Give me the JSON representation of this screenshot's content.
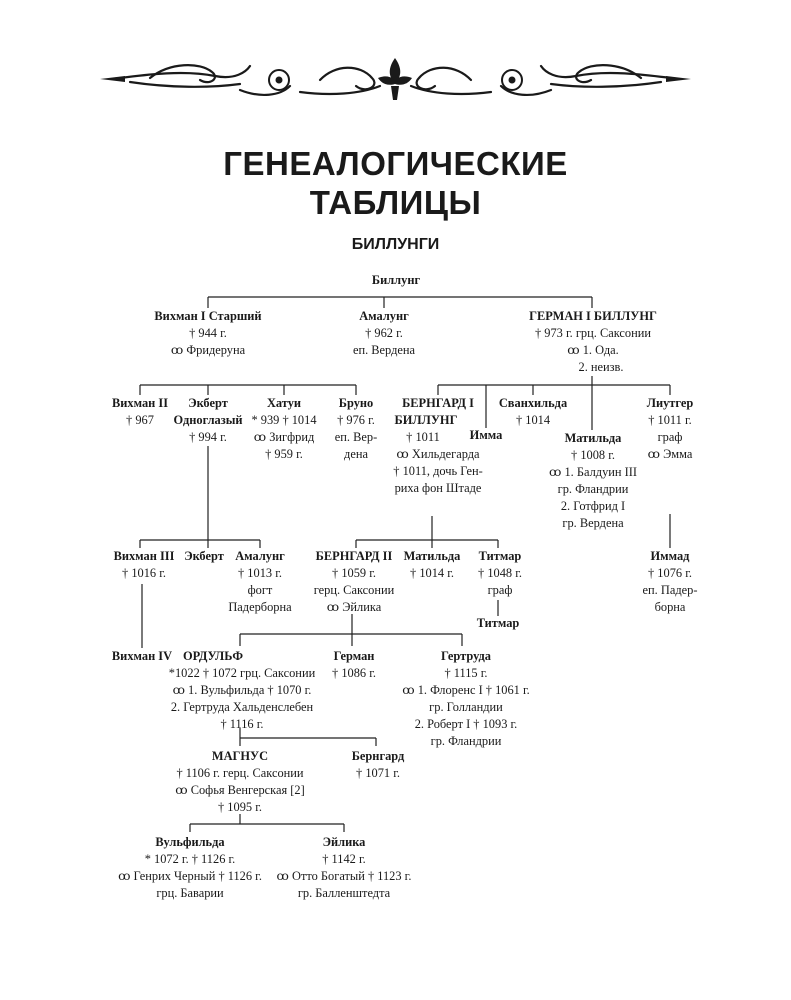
{
  "page": {
    "title_line1": "ГЕНЕАЛОГИЧЕСКИЕ",
    "title_line2": "ТАБЛИЦЫ",
    "subtitle": "БИЛЛУНГИ"
  },
  "ornament": {
    "icon": "floral-divider-ornament"
  },
  "people": {
    "billung": {
      "name": "Биллунг"
    },
    "wichmann1": {
      "name": "Вихман I Старший",
      "lines": [
        "† 944 г.",
        "ꝏ Фридеруна"
      ]
    },
    "amalung1": {
      "name": "Амалунг",
      "lines": [
        "† 962 г.",
        "еп. Вердена"
      ]
    },
    "hermann": {
      "name": "ГЕРМАН I БИЛЛУНГ",
      "lines": [
        "† 973 г. грц. Саксонии",
        "ꝏ 1. Ода.",
        "2. неизв."
      ]
    },
    "wichmann2": {
      "name": "Вихман II",
      "lines": [
        "† 967"
      ]
    },
    "ekbert1": {
      "name": "Экберт",
      "name2": "Одноглазый",
      "lines": [
        "† 994 г."
      ]
    },
    "hatui": {
      "name": "Хатуи",
      "lines": [
        "* 939 † 1014",
        "ꝏ Зигфрид",
        "† 959 г."
      ]
    },
    "bruno": {
      "name": "Бруно",
      "lines": [
        "† 976 г.",
        "еп. Вер-",
        "дена"
      ]
    },
    "bernhard1": {
      "name": "БЕРНГАРД I",
      "name2": "БИЛЛУНГ",
      "lines": [
        "† 1011",
        "ꝏ Хильдегарда",
        "† 1011, дочь Ген-",
        "риха фон Штаде"
      ]
    },
    "imma": {
      "name": "Имма"
    },
    "swanhilde": {
      "name": "Сванхильда",
      "lines": [
        "† 1014"
      ]
    },
    "mathilde1": {
      "name": "Матильда",
      "lines": [
        "† 1008 г.",
        "ꝏ 1. Балдуин III",
        "гр. Фландрии",
        "2. Готфрид I",
        "гр. Вердена"
      ]
    },
    "liutger": {
      "name": "Лиутгер",
      "lines": [
        "† 1011 г.",
        "граф",
        "ꝏ Эмма"
      ]
    },
    "wichmann3": {
      "name": "Вихман III",
      "lines": [
        "† 1016 г."
      ]
    },
    "ekbert2": {
      "name": "Экберт"
    },
    "amalung2": {
      "name": "Амалунг",
      "lines": [
        "† 1013 г.",
        "фогт",
        "Падерборна"
      ]
    },
    "bernhard2": {
      "name": "БЕРНГАРД II",
      "lines": [
        "† 1059 г.",
        "герц. Саксонии",
        "ꝏ Эйлика"
      ]
    },
    "mathilde2": {
      "name": "Матильда",
      "lines": [
        "† 1014 г."
      ]
    },
    "thietmar1": {
      "name": "Титмар",
      "lines": [
        "† 1048 г.",
        "граф"
      ]
    },
    "thietmar2": {
      "name": "Титмар"
    },
    "immad": {
      "name": "Иммад",
      "lines": [
        "† 1076 г.",
        "еп. Падер-",
        "борна"
      ]
    },
    "wichmann4": {
      "name": "Вихман IV"
    },
    "ordulf": {
      "name": "ОРДУЛЬФ",
      "lines": [
        "*1022 † 1072 грц. Саксонии",
        "ꝏ 1. Вульфильда † 1070 г.",
        "2. Гертруда Хальденслебен",
        "† 1116 г."
      ]
    },
    "hermann2": {
      "name": "Герман",
      "lines": [
        "† 1086 г."
      ]
    },
    "gertrude": {
      "name": "Гертруда",
      "lines": [
        "† 1115 г.",
        "ꝏ 1. Флоренс I † 1061 г.",
        "гр. Голландии",
        "2. Роберт I † 1093 г.",
        "гр. Фландрии"
      ]
    },
    "magnus": {
      "name": "МАГНУС",
      "lines": [
        "† 1106 г. герц. Саксонии",
        "ꝏ Софья Венгерская [2]",
        "† 1095 г."
      ]
    },
    "bernhard3": {
      "name": "Бернгард",
      "lines": [
        "† 1071 г."
      ]
    },
    "wulfhild": {
      "name": "Вульфильда",
      "lines": [
        "* 1072 г. † 1126 г.",
        "ꝏ Генрих Черный † 1126 г.",
        "грц. Баварии"
      ]
    },
    "eilika": {
      "name": "Эйлика",
      "lines": [
        "† 1142 г.",
        "ꝏ Отто Богатый † 1123 г.",
        "гр. Балленштедта"
      ]
    }
  }
}
